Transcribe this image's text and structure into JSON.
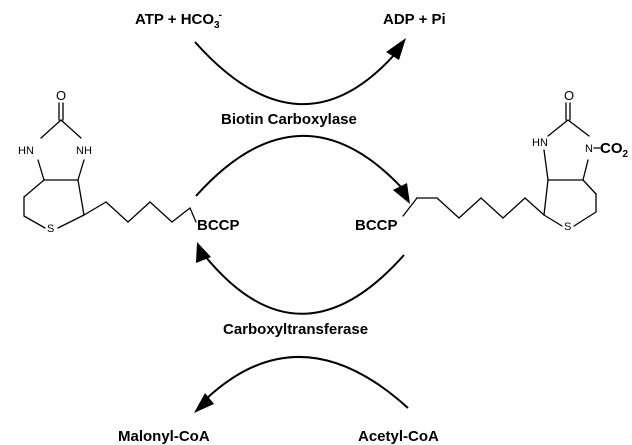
{
  "reactants_top": {
    "prefix": "ATP + HCO",
    "sub": "3",
    "sup": "-"
  },
  "products_top": "ADP + Pi",
  "enzyme_top": "Biotin Carboxylase",
  "enzyme_bottom": "Carboxyltransferase",
  "left_molecule": {
    "carrier": "BCCP",
    "atoms": {
      "oxygen": "O",
      "nh_left": "HN",
      "nh_right": "NH",
      "sulfur": "S"
    }
  },
  "right_molecule": {
    "carrier": "BCCP",
    "atoms": {
      "oxygen": "O",
      "nh_left": "HN",
      "n_co2": "N",
      "co2": "CO",
      "co2_sub": "2",
      "sulfur": "S"
    }
  },
  "product_bottom": "Malonyl-CoA",
  "reactant_bottom": "Acetyl-CoA",
  "colors": {
    "ink": "#000000",
    "background": "#ffffff"
  }
}
